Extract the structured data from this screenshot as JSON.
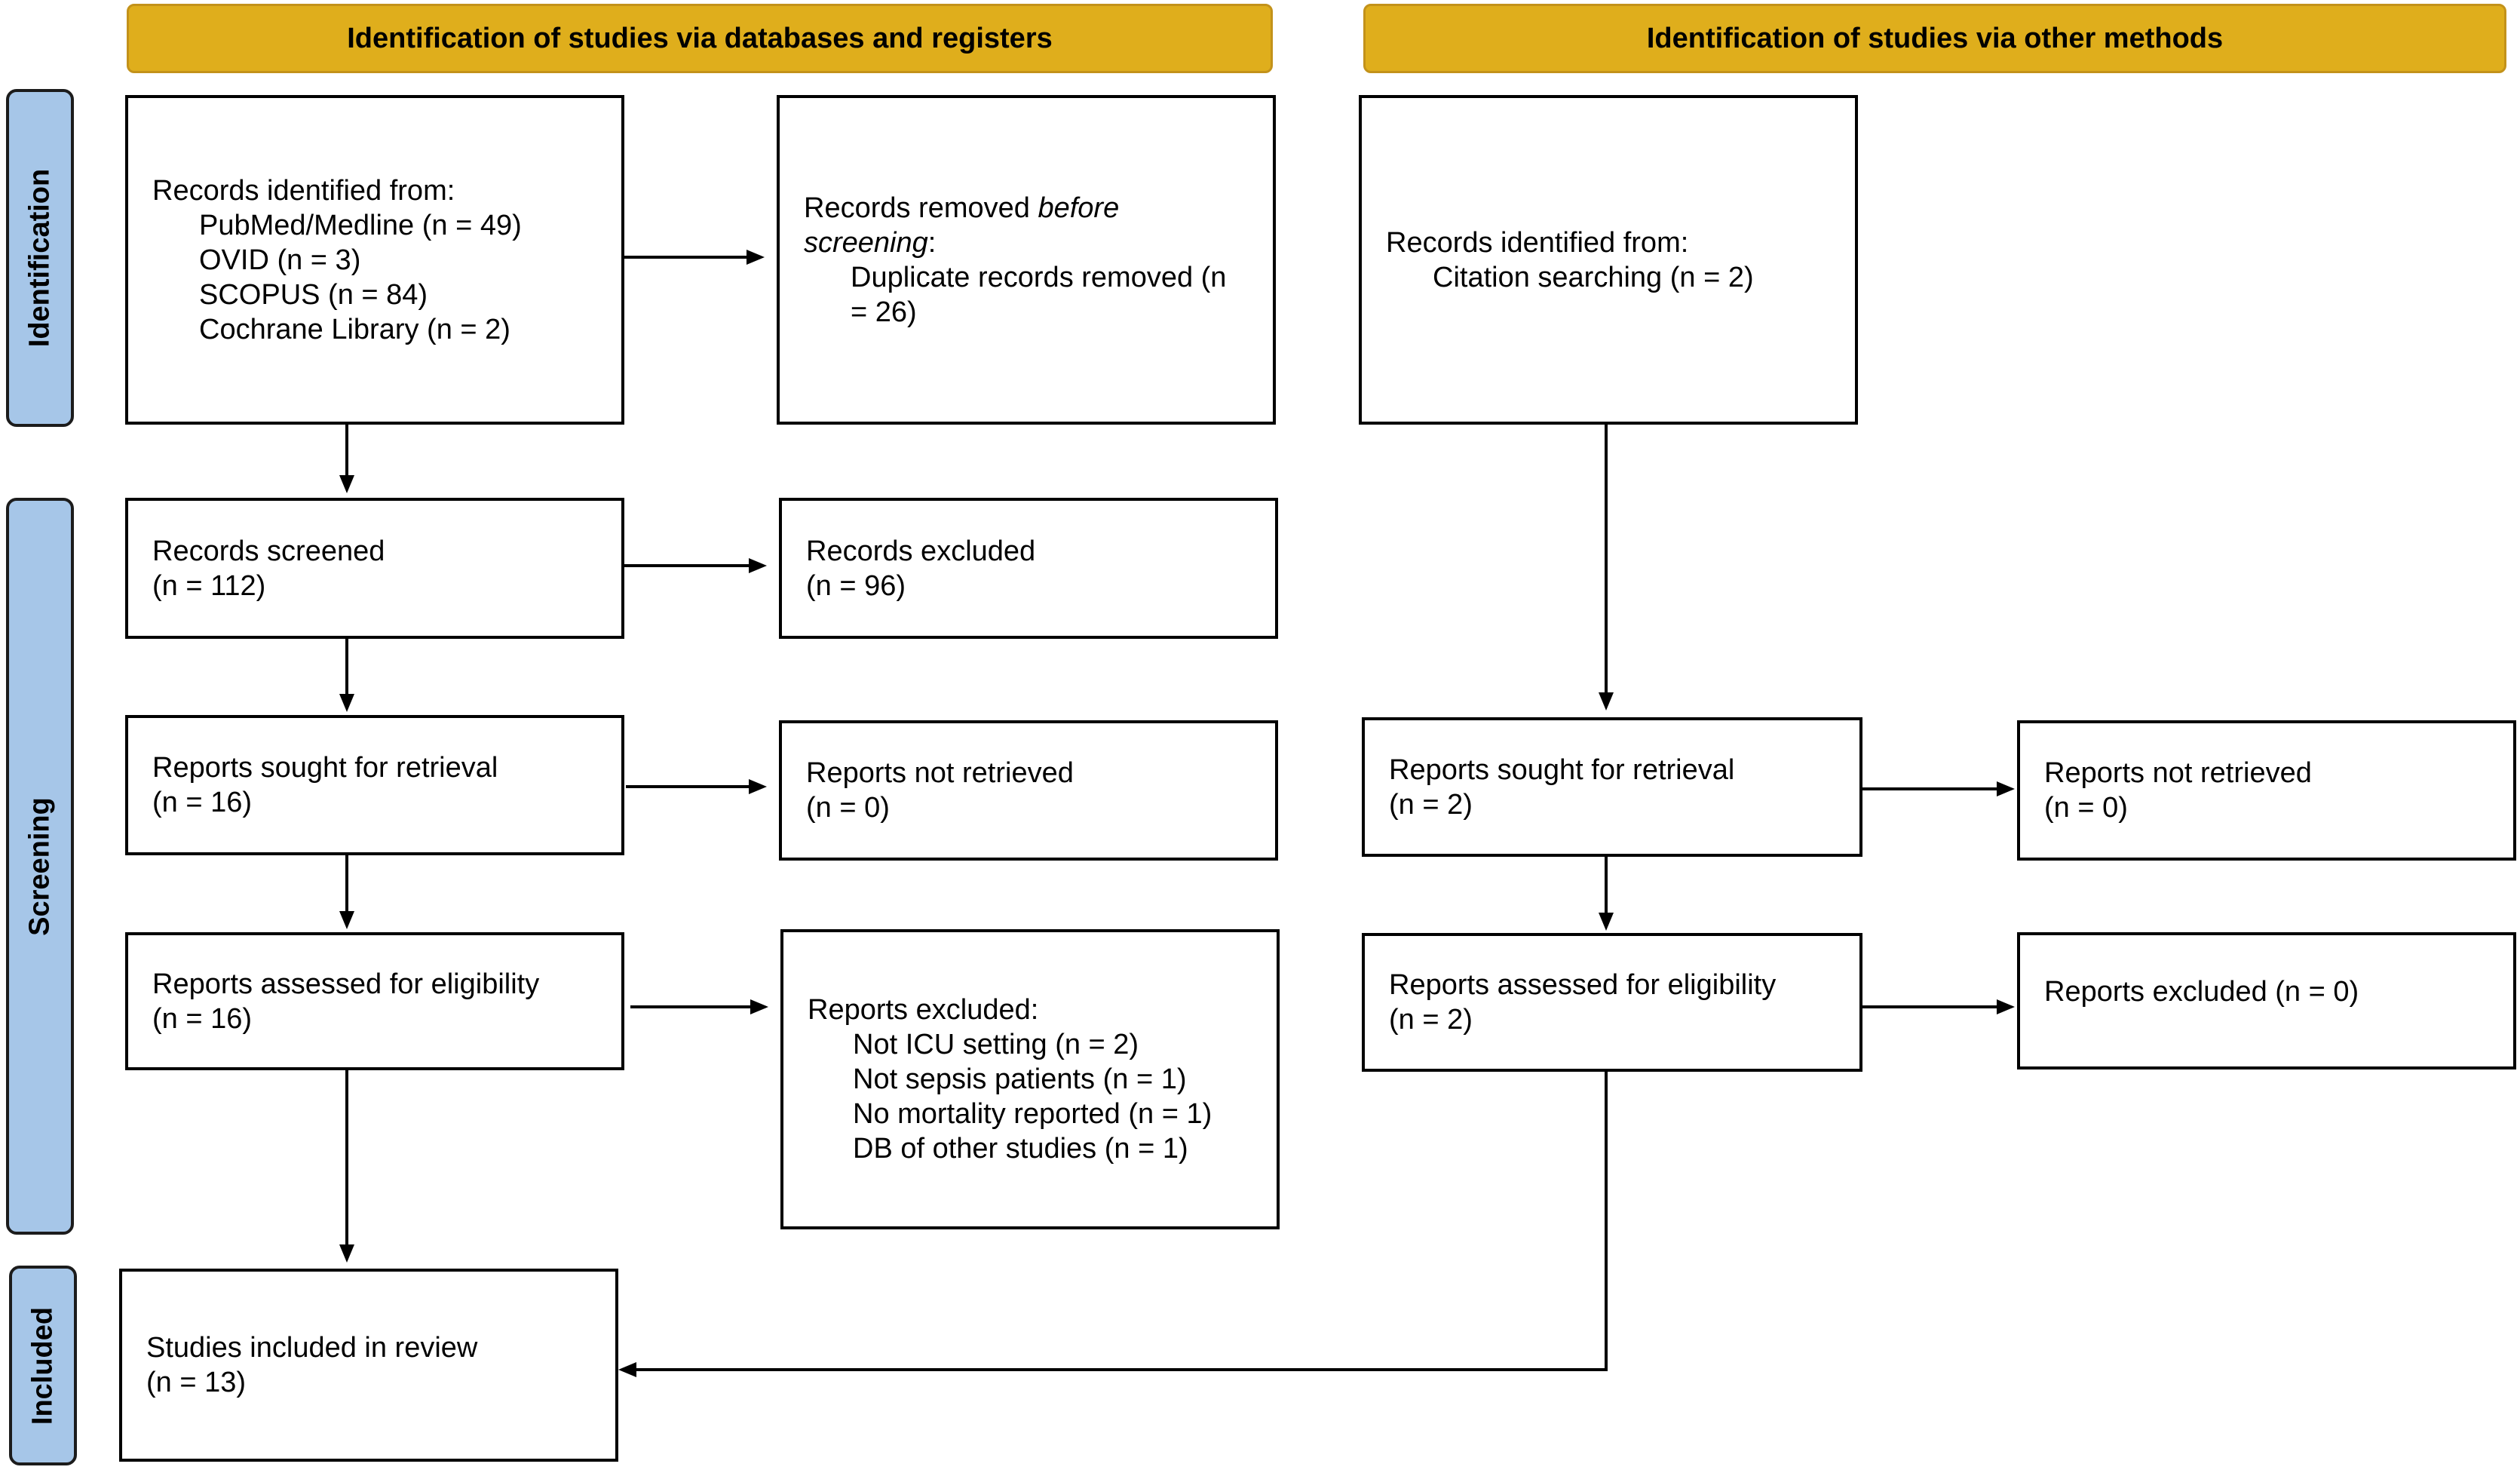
{
  "headers": {
    "databases": "Identification of studies via databases and registers",
    "other": "Identification of studies via other methods"
  },
  "phases": {
    "identification": "Identification",
    "screening": "Screening",
    "included": "Included"
  },
  "db": {
    "identified": {
      "title": "Records identified from:",
      "items": [
        "PubMed/Medline (n = 49)",
        "OVID (n = 3)",
        "SCOPUS (n = 84)",
        "Cochrane Library (n = 2)"
      ]
    },
    "removed": {
      "title_prefix": "Records removed ",
      "title_italic_1": "before",
      "title_italic_2": "screening",
      "title_suffix": ":",
      "item_line1": "Duplicate records removed (n",
      "item_line2": "= 26)"
    },
    "screened": {
      "label": "Records screened",
      "count": "(n = 112)"
    },
    "excluded": {
      "label": "Records excluded",
      "count": "(n = 96)"
    },
    "sought": {
      "label": "Reports sought for retrieval",
      "count": "(n = 16)"
    },
    "not_retrieved": {
      "label": "Reports not retrieved",
      "count": "(n = 0)"
    },
    "assessed": {
      "label": "Reports assessed for eligibility",
      "count": "(n = 16)"
    },
    "reports_excluded": {
      "title": "Reports excluded:",
      "items": [
        "Not ICU setting (n = 2)",
        "Not sepsis patients (n = 1)",
        "No mortality reported (n = 1)",
        "DB of other studies (n = 1)"
      ]
    },
    "included": {
      "label": "Studies included in review",
      "count": "(n = 13)"
    }
  },
  "other": {
    "identified": {
      "title": "Records identified from:",
      "item": "Citation searching (n = 2)"
    },
    "sought": {
      "label": "Reports sought for retrieval",
      "count": "(n = 2)"
    },
    "not_retrieved": {
      "label": "Reports not retrieved",
      "count": "(n = 0)"
    },
    "assessed": {
      "label": "Reports assessed for eligibility",
      "count": "(n = 2)"
    },
    "excluded": {
      "label": "Reports excluded (n = 0)"
    }
  }
}
